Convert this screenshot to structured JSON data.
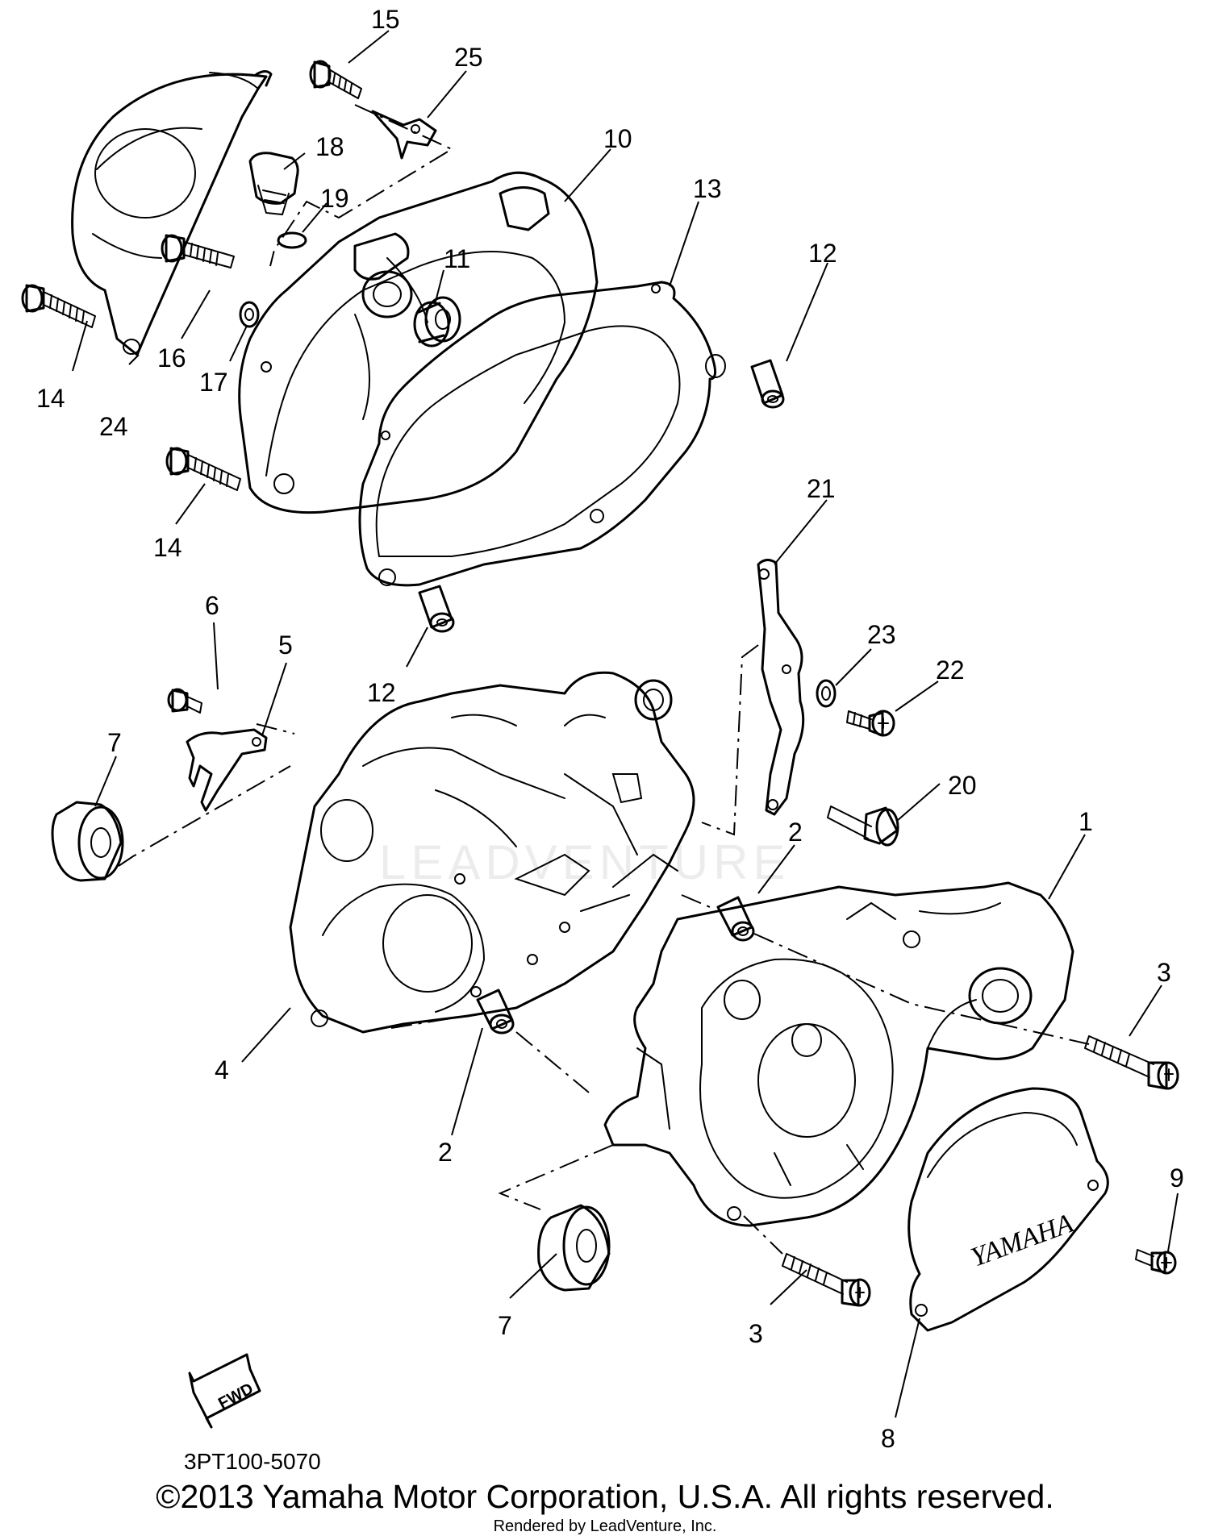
{
  "diagram_code": "3PT100-5070",
  "copyright": "©2013 Yamaha Motor Corporation, U.S.A. All rights reserved.",
  "rendered_by": "Rendered by LeadVenture, Inc.",
  "watermark": "LEADVENTURE",
  "cover_logo": "YAMAHA",
  "fwd_label": "FWD",
  "callouts": [
    "15",
    "25",
    "18",
    "10",
    "19",
    "13",
    "12",
    "11",
    "14",
    "16",
    "17",
    "24",
    "14",
    "21",
    "23",
    "22",
    "6",
    "5",
    "12",
    "7",
    "20",
    "2",
    "1",
    "3",
    "4",
    "2",
    "9",
    "7",
    "3",
    "8"
  ]
}
